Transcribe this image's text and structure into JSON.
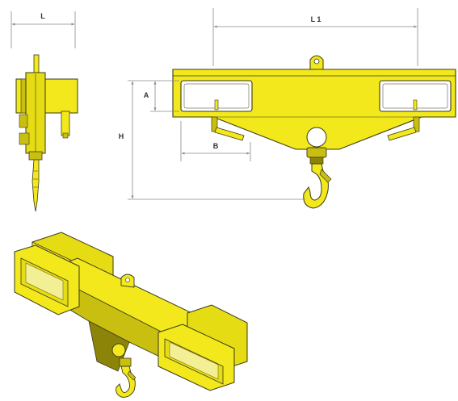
{
  "dimension_labels": {
    "L": "L",
    "L1": "L 1",
    "A": "A",
    "B": "B",
    "H": "H"
  },
  "colors": {
    "body": "#f2e81c",
    "shade": "#c9bf10",
    "dark": "#8c8408",
    "outline": "#3a3a1a",
    "dim_line": "#8a8a8a",
    "window": "#ffffff"
  }
}
